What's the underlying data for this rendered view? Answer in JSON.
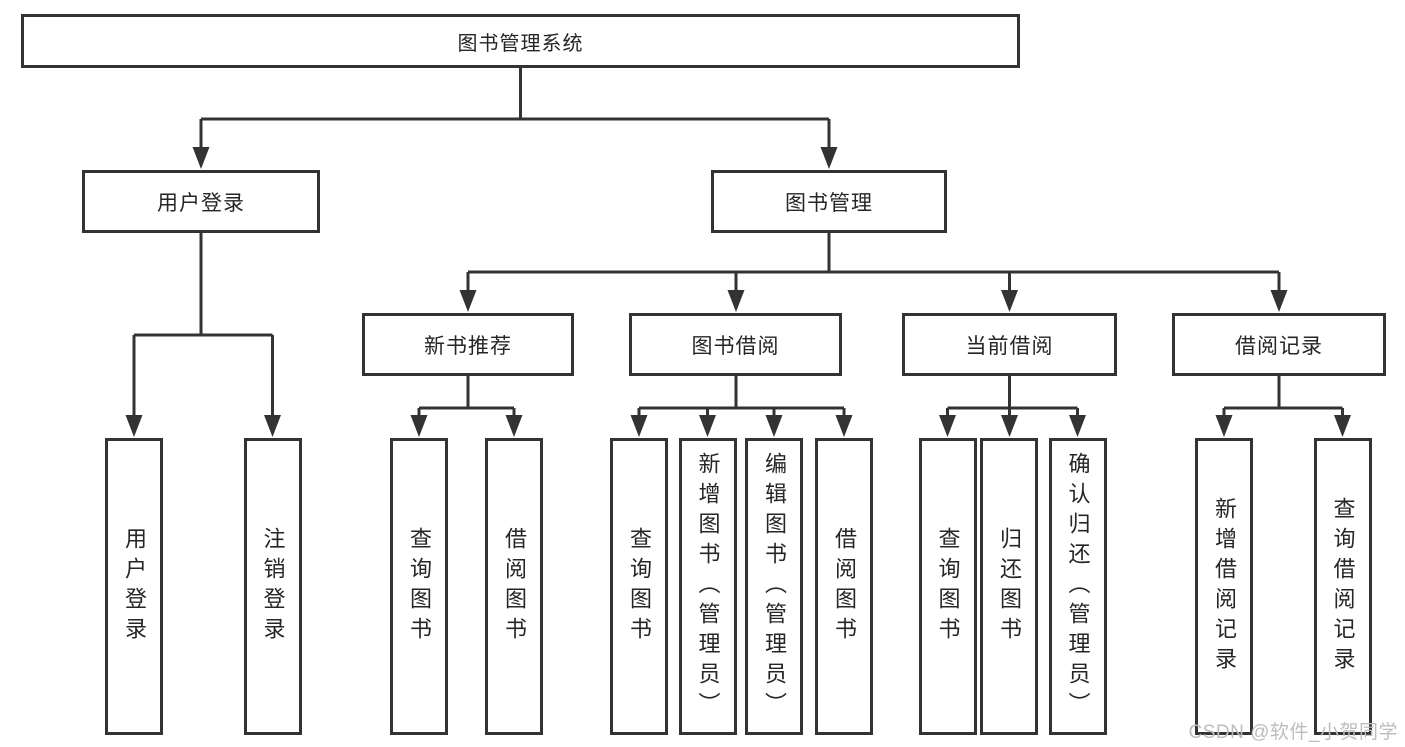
{
  "colors": {
    "line": "#333333",
    "text": "#262626",
    "background": "#ffffff",
    "watermark": "#bdbdbd"
  },
  "watermark": {
    "text": "CSDN @软件_小贺同学"
  },
  "tree": {
    "label": "图书管理系统",
    "children": [
      {
        "label": "用户登录",
        "children": [
          {
            "label": "用户登录"
          },
          {
            "label": "注销登录"
          }
        ]
      },
      {
        "label": "图书管理",
        "children": [
          {
            "label": "新书推荐",
            "children": [
              {
                "label": "查询图书"
              },
              {
                "label": "借阅图书"
              }
            ]
          },
          {
            "label": "图书借阅",
            "children": [
              {
                "label": "查询图书"
              },
              {
                "label": "新增图书（管理员）"
              },
              {
                "label": "编辑图书（管理员）"
              },
              {
                "label": "借阅图书"
              }
            ]
          },
          {
            "label": "当前借阅",
            "children": [
              {
                "label": "查询图书"
              },
              {
                "label": "归还图书"
              },
              {
                "label": "确认归还（管理员）"
              }
            ]
          },
          {
            "label": "借阅记录",
            "children": [
              {
                "label": "新增借阅记录"
              },
              {
                "label": "查询借阅记录"
              }
            ]
          }
        ]
      }
    ]
  }
}
